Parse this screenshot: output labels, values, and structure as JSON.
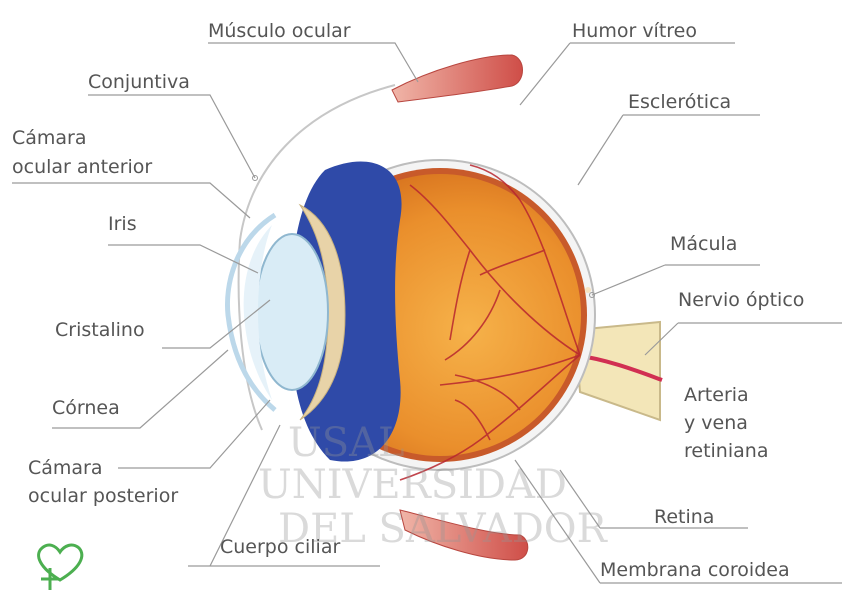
{
  "labels": {
    "musculo_ocular": "Músculo ocular",
    "humor_vitreo": "Humor vítreo",
    "conjuntiva": "Conjuntiva",
    "esclerotica": "Esclerótica",
    "camara_anterior_1": "Cámara",
    "camara_anterior_2": "ocular anterior",
    "iris": "Iris",
    "macula": "Mácula",
    "nervio_optico": "Nervio óptico",
    "cristalino": "Cristalino",
    "arteria_1": "Arteria",
    "arteria_2": "y vena",
    "arteria_3": "retiniana",
    "cornea": "Córnea",
    "camara_posterior_1": "Cámara",
    "camara_posterior_2": "ocular posterior",
    "retina": "Retina",
    "cuerpo_ciliar": "Cuerpo ciliar",
    "membrana_coroidea": "Membrana coroidea"
  },
  "watermark": {
    "line1": "USAL",
    "line2": "UNIVERSIDAD",
    "line3": "DEL SALVADOR"
  },
  "colors": {
    "label_text": "#555555",
    "leader_line": "#9a9a9a",
    "vitreous": "#e8952e",
    "iris_blue": "#2f4aa8",
    "muscle": "#d9625a",
    "nerve": "#f3e6b8",
    "logo": "#4caf50"
  }
}
